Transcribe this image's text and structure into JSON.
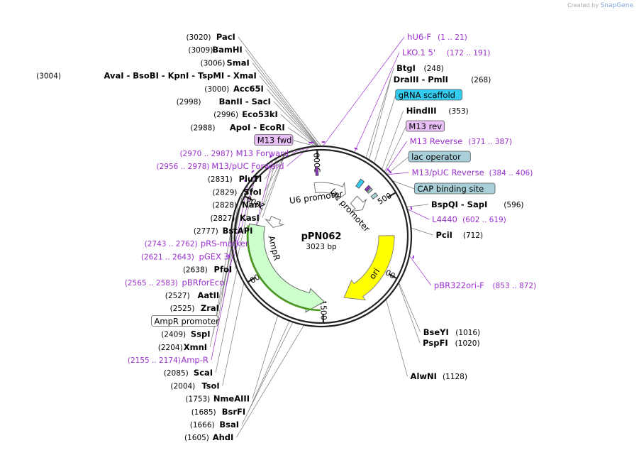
{
  "credit": {
    "prefix": "Created by",
    "brand": "SnapGene"
  },
  "plasmid": {
    "name": "pPN062",
    "size_label": "3023 bp",
    "length": 3023
  },
  "colors": {
    "primer": "#9b30d0",
    "enzyme": "#000000",
    "ori": "#ffff00",
    "ampr": "#ccffcc",
    "ampr_border": "#4a9a1f",
    "cyan": "#33ccee",
    "lac": "#a9d0d9",
    "m13": "#e8bff5"
  },
  "ticks": [
    {
      "pos": 500,
      "label": "500"
    },
    {
      "pos": 1000,
      "label": "1000"
    },
    {
      "pos": 1500,
      "label": "1500"
    },
    {
      "pos": 2000,
      "label": "2000"
    },
    {
      "pos": 2500,
      "label": "2500"
    },
    {
      "pos": 3000,
      "label": "3000"
    }
  ],
  "features": [
    {
      "name": "U6 promoter",
      "start": 2960,
      "end": 250,
      "style": "promoter",
      "strand": 1
    },
    {
      "name": "lac promoter",
      "start": 350,
      "end": 480,
      "style": "promoter",
      "strand": 1
    },
    {
      "name": "ori",
      "start": 750,
      "end": 1340,
      "style": "ori",
      "strand": 1
    },
    {
      "name": "AmpR",
      "start": 1490,
      "end": 2350,
      "style": "ampr",
      "strand": -1
    },
    {
      "name": "",
      "start": 2355,
      "end": 2450,
      "style": "promoter",
      "strand": -1
    }
  ],
  "labels_left": [
    {
      "pos": 3020,
      "kind": "enzyme",
      "num": "(3020)",
      "name": "PacI"
    },
    {
      "pos": 3009,
      "kind": "enzyme",
      "num": "(3009)",
      "name": "BamHI"
    },
    {
      "pos": 3006,
      "kind": "enzyme",
      "num": "(3006)",
      "name": "SmaI"
    },
    {
      "pos": 3004,
      "kind": "enzyme",
      "num": "(3004)",
      "name": "AvaI  - BsoBI  - KpnI  - TspMI  - XmaI"
    },
    {
      "pos": 3000,
      "kind": "enzyme",
      "num": "(3000)",
      "name": "Acc65I"
    },
    {
      "pos": 2998,
      "kind": "enzyme",
      "num": "(2998)",
      "name": "BanII  - SacI"
    },
    {
      "pos": 2996,
      "kind": "enzyme",
      "num": "(2996)",
      "name": "Eco53kI"
    },
    {
      "pos": 2988,
      "kind": "enzyme",
      "num": "(2988)",
      "name": "ApoI  - EcoRI"
    },
    {
      "pos": 2985,
      "kind": "box",
      "name": "M13 fwd",
      "fill": "#e8bff5",
      "stroke": "#555555"
    },
    {
      "pos": 2978,
      "kind": "primer",
      "num": "(2970 .. 2987)",
      "name": "M13 Forward"
    },
    {
      "pos": 2967,
      "kind": "primer",
      "num": "(2956 .. 2978)",
      "name": "M13/pUC Forward"
    },
    {
      "pos": 2831,
      "kind": "enzyme",
      "num": "(2831)",
      "name": "PluTI"
    },
    {
      "pos": 2829,
      "kind": "enzyme",
      "num": "(2829)",
      "name": "SfoI"
    },
    {
      "pos": 2828,
      "kind": "enzyme",
      "num": "(2828)",
      "name": "NarI"
    },
    {
      "pos": 2827,
      "kind": "enzyme",
      "num": "(2827)",
      "name": "KasI"
    },
    {
      "pos": 2777,
      "kind": "enzyme",
      "num": "(2777)",
      "name": "BstAPI"
    },
    {
      "pos": 2752,
      "kind": "primer",
      "num": "(2743 .. 2762)",
      "name": "pRS-marker"
    },
    {
      "pos": 2632,
      "kind": "primer",
      "num": "(2621 .. 2643)",
      "name": "pGEX 3'"
    },
    {
      "pos": 2638,
      "kind": "enzyme",
      "num": "(2638)",
      "name": "PfoI"
    },
    {
      "pos": 2574,
      "kind": "primer",
      "num": "(2565 .. 2583)",
      "name": "pBRforEco"
    },
    {
      "pos": 2527,
      "kind": "enzyme",
      "num": "(2527)",
      "name": "AatII"
    },
    {
      "pos": 2525,
      "kind": "enzyme",
      "num": "(2525)",
      "name": "ZraI"
    },
    {
      "pos": 2480,
      "kind": "box",
      "name": "AmpR promoter",
      "fill": "#ffffff",
      "stroke": "#555555"
    },
    {
      "pos": 2409,
      "kind": "enzyme",
      "num": "(2409)",
      "name": "SspI"
    },
    {
      "pos": 2204,
      "kind": "enzyme",
      "num": "(2204)",
      "name": "XmnI"
    },
    {
      "pos": 2165,
      "kind": "primer",
      "num": "(2155 .. 2174)",
      "name": "Amp-R"
    },
    {
      "pos": 2085,
      "kind": "enzyme",
      "num": "(2085)",
      "name": "ScaI"
    },
    {
      "pos": 2004,
      "kind": "enzyme",
      "num": "(2004)",
      "name": "TsoI"
    },
    {
      "pos": 1753,
      "kind": "enzyme",
      "num": "(1753)",
      "name": "NmeAIII"
    },
    {
      "pos": 1685,
      "kind": "enzyme",
      "num": "(1685)",
      "name": "BsrFI"
    },
    {
      "pos": 1666,
      "kind": "enzyme",
      "num": "(1666)",
      "name": "BsaI"
    },
    {
      "pos": 1605,
      "kind": "enzyme",
      "num": "(1605)",
      "name": "AhdI"
    }
  ],
  "labels_right": [
    {
      "pos": 11,
      "kind": "primer",
      "num": "(1 .. 21)",
      "name": "hU6-F"
    },
    {
      "pos": 181,
      "kind": "primer",
      "num": "(172 .. 191)",
      "name": "LKO.1 5'"
    },
    {
      "pos": 248,
      "kind": "enzyme",
      "num": "(248)",
      "name": "BtgI"
    },
    {
      "pos": 268,
      "kind": "enzyme",
      "num": "(268)",
      "name": "DraIII  - PmlI"
    },
    {
      "pos": 300,
      "kind": "box",
      "name": "gRNA scaffold",
      "fill": "#33ccee",
      "stroke": "#555555"
    },
    {
      "pos": 353,
      "kind": "enzyme",
      "num": "(353)",
      "name": "HindIII"
    },
    {
      "pos": 372,
      "kind": "box",
      "name": "M13 rev",
      "fill": "#e8bff5",
      "stroke": "#555555"
    },
    {
      "pos": 379,
      "kind": "primer",
      "num": "(371 .. 387)",
      "name": "M13 Reverse"
    },
    {
      "pos": 392,
      "kind": "box",
      "name": "lac operator",
      "fill": "#a9d0d9",
      "stroke": "#555555"
    },
    {
      "pos": 395,
      "kind": "primer",
      "num": "(384 .. 406)",
      "name": "M13/pUC Reverse"
    },
    {
      "pos": 440,
      "kind": "box",
      "name": "CAP binding site",
      "fill": "#a9d0d9",
      "stroke": "#555555"
    },
    {
      "pos": 596,
      "kind": "enzyme",
      "num": "(596)",
      "name": "BspQI  - SapI"
    },
    {
      "pos": 610,
      "kind": "primer",
      "num": "(602 .. 619)",
      "name": "L4440"
    },
    {
      "pos": 712,
      "kind": "enzyme",
      "num": "(712)",
      "name": "PciI"
    },
    {
      "pos": 862,
      "kind": "primer",
      "num": "(853 .. 872)",
      "name": "pBR322ori-F"
    },
    {
      "pos": 1016,
      "kind": "enzyme",
      "num": "(1016)",
      "name": "BseYI"
    },
    {
      "pos": 1020,
      "kind": "enzyme",
      "num": "(1020)",
      "name": "PspFI"
    },
    {
      "pos": 1128,
      "kind": "enzyme",
      "num": "(1128)",
      "name": "AlwNI"
    }
  ]
}
